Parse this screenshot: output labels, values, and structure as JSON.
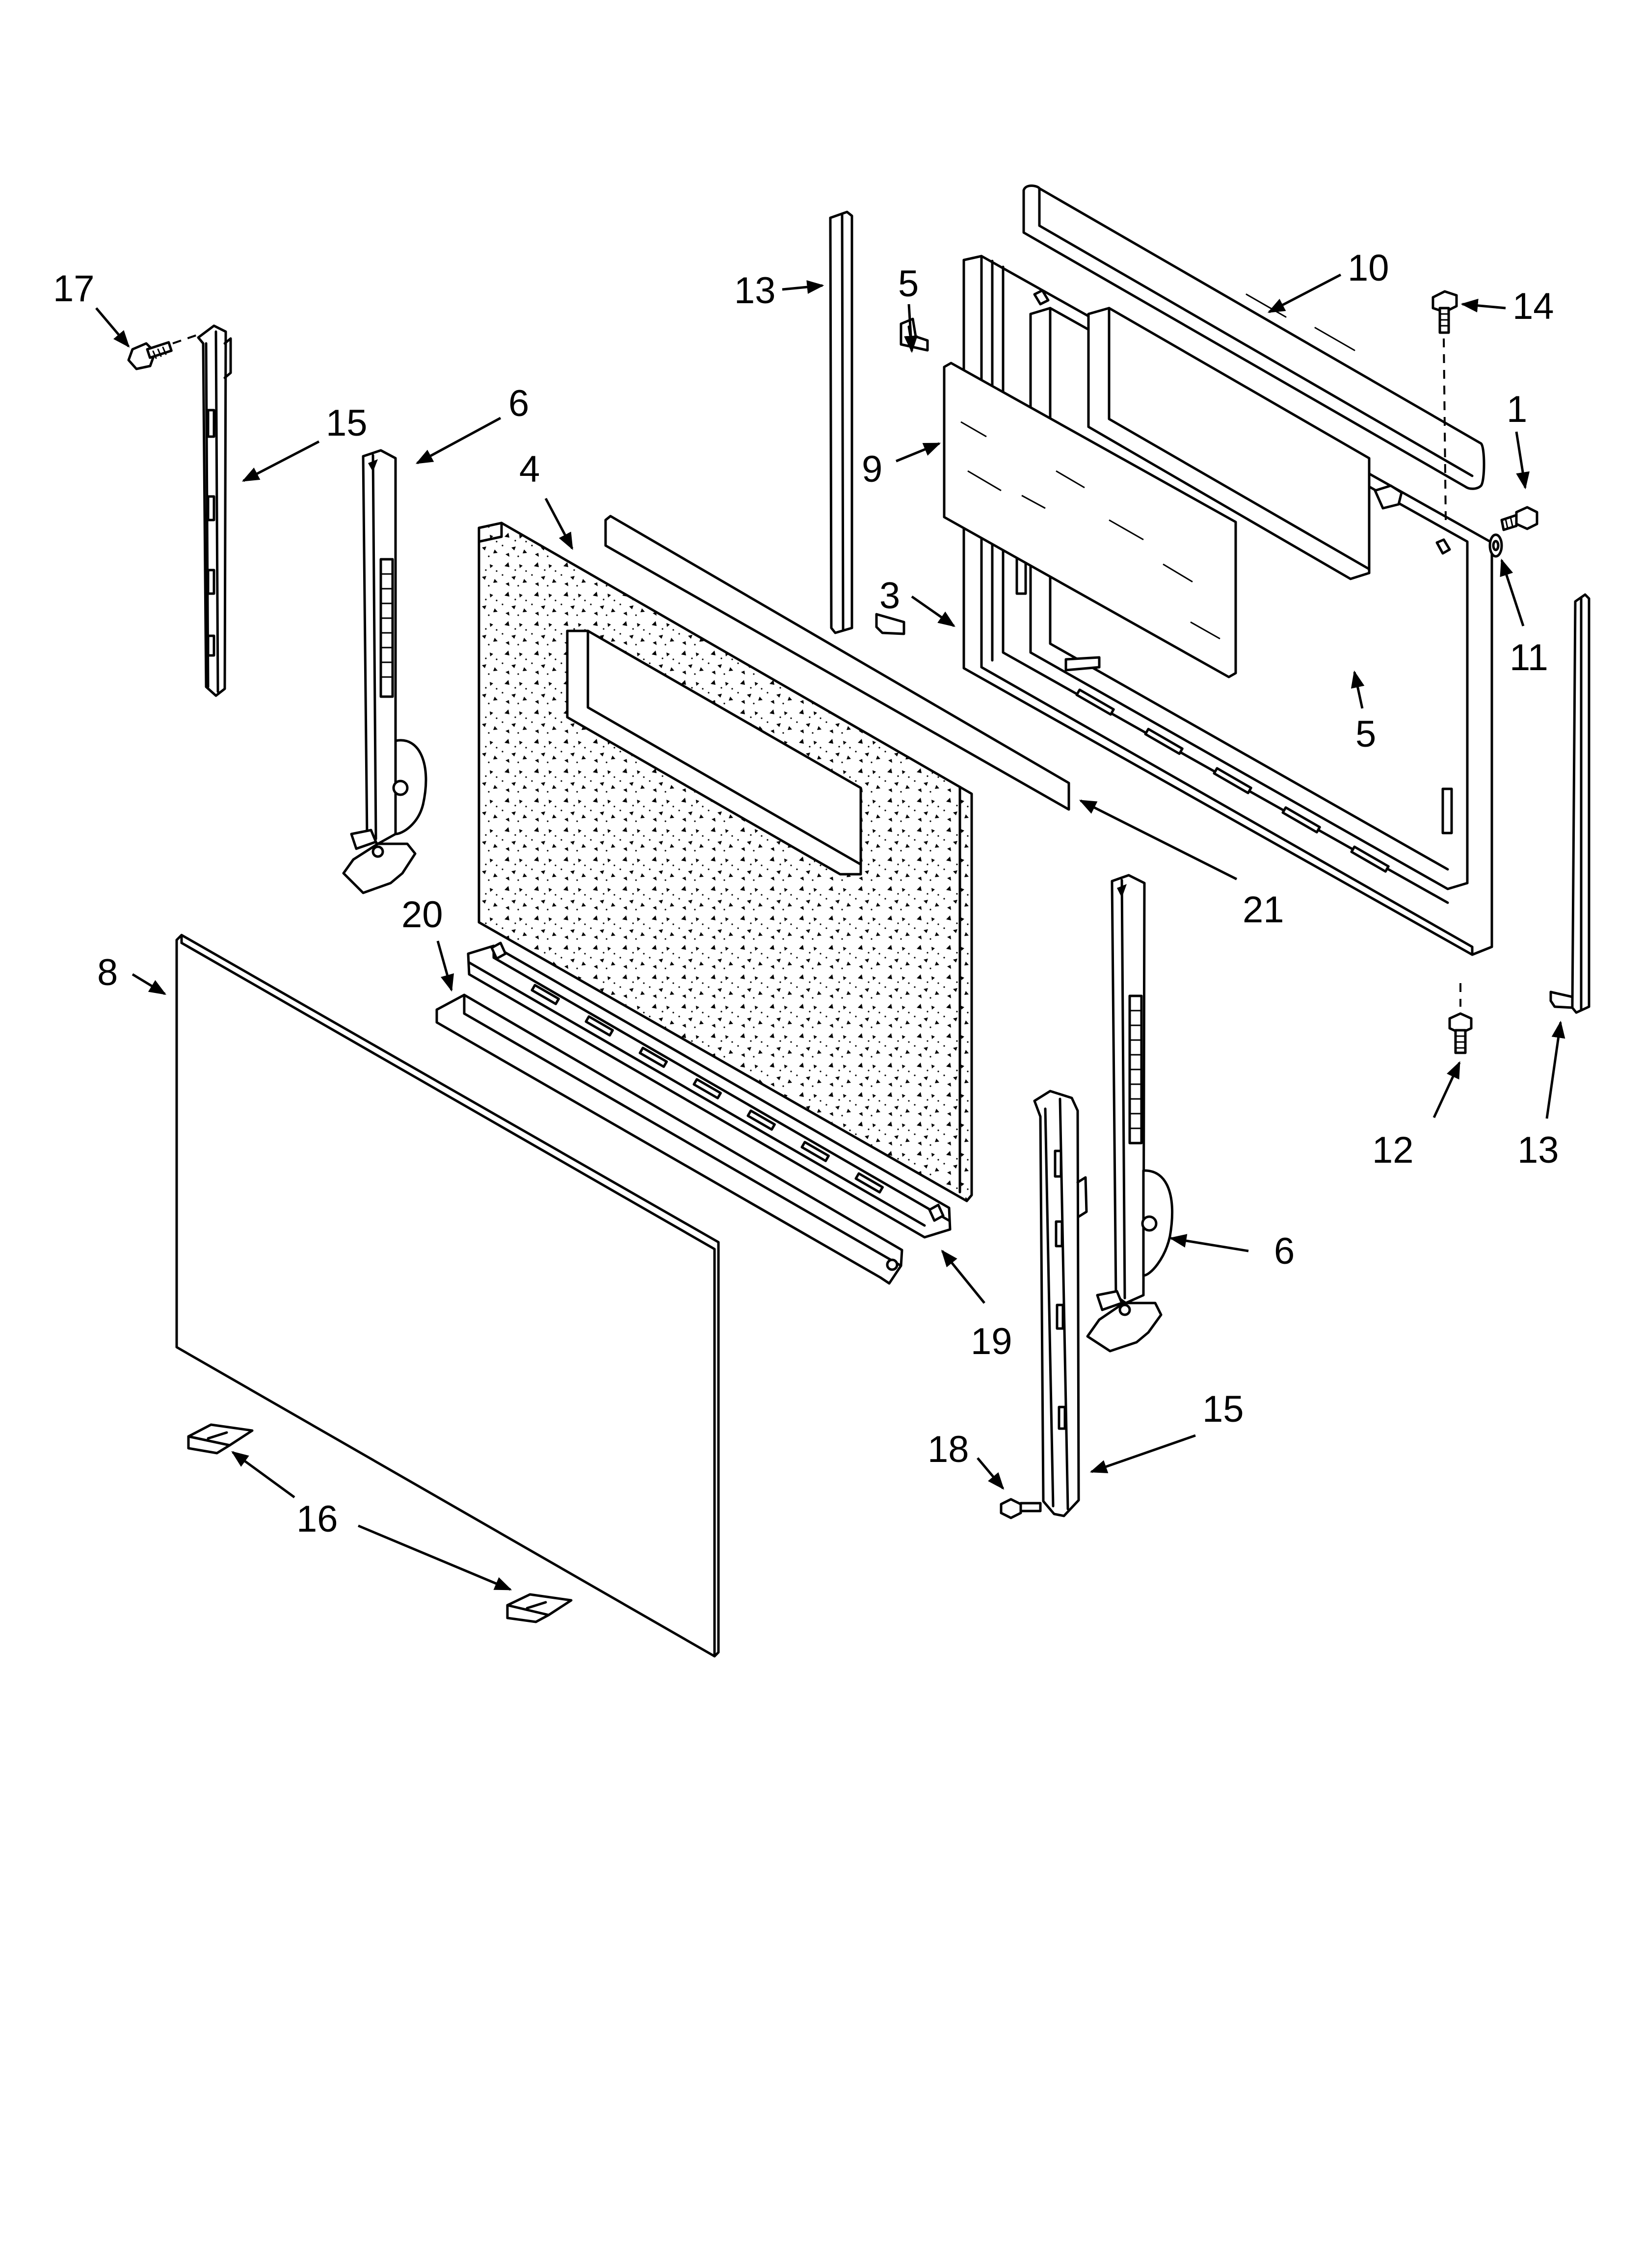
{
  "diagram": {
    "callouts": [
      {
        "id": "c17",
        "label": "17"
      },
      {
        "id": "c15a",
        "label": "15"
      },
      {
        "id": "c6a",
        "label": "6"
      },
      {
        "id": "c4",
        "label": "4"
      },
      {
        "id": "c13a",
        "label": "13"
      },
      {
        "id": "c5a",
        "label": "5"
      },
      {
        "id": "c9",
        "label": "9"
      },
      {
        "id": "c3",
        "label": "3"
      },
      {
        "id": "c10",
        "label": "10"
      },
      {
        "id": "c14",
        "label": "14"
      },
      {
        "id": "c1",
        "label": "1"
      },
      {
        "id": "c11",
        "label": "11"
      },
      {
        "id": "c5b",
        "label": "5"
      },
      {
        "id": "c21",
        "label": "21"
      },
      {
        "id": "c20",
        "label": "20"
      },
      {
        "id": "c8",
        "label": "8"
      },
      {
        "id": "c19",
        "label": "19"
      },
      {
        "id": "c6b",
        "label": "6"
      },
      {
        "id": "c12",
        "label": "12"
      },
      {
        "id": "c13b",
        "label": "13"
      },
      {
        "id": "c15b",
        "label": "15"
      },
      {
        "id": "c18",
        "label": "18"
      },
      {
        "id": "c16",
        "label": "16"
      }
    ]
  }
}
